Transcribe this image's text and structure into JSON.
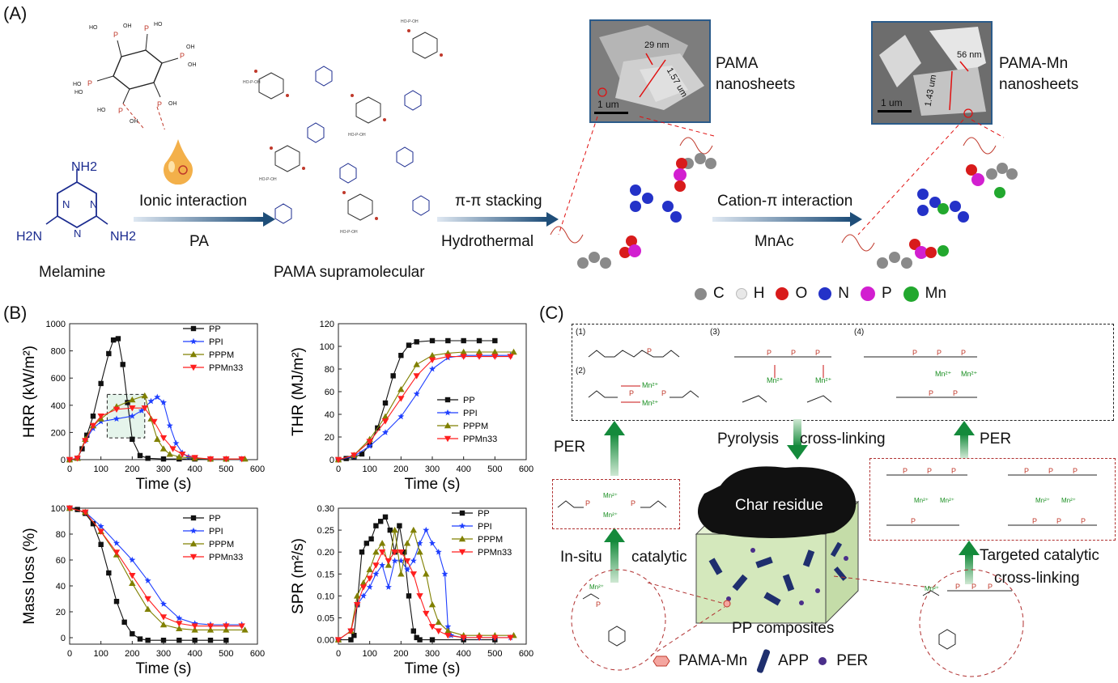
{
  "panel_labels": {
    "a": "(A)",
    "b": "(B)",
    "c": "(C)"
  },
  "panel_a": {
    "melamine": "Melamine",
    "nh2": "NH2",
    "h2n": "H2N",
    "ionic": "Ionic interaction",
    "pa": "PA",
    "pama_supra": "PAMA supramolecular",
    "pipi": "π-π stacking",
    "hydrothermal": "Hydrothermal",
    "cation": "Cation-π interaction",
    "mnac": "MnAc",
    "pama_ns": "PAMA\nnanosheets",
    "pama_mn_ns": "PAMA-Mn\nnanosheets",
    "sem1": {
      "d1": "29 nm",
      "d2": "1.57 um",
      "scale": "1 um"
    },
    "sem2": {
      "d1": "56 nm",
      "d2": "1.43 um",
      "scale": "1 um"
    },
    "atom_legend": [
      {
        "label": "C",
        "color": "#8a8a8a"
      },
      {
        "label": "H",
        "color": "#e8e8e8"
      },
      {
        "label": "O",
        "color": "#d81b1b"
      },
      {
        "label": "N",
        "color": "#2432c8"
      },
      {
        "label": "P",
        "color": "#d21fd0"
      },
      {
        "label": "Mn",
        "color": "#22a82e"
      }
    ]
  },
  "chart_data": [
    {
      "type": "line",
      "ylabel": "HRR (kW/m²)",
      "xlabel": "Time (s)",
      "xlim": [
        0,
        600
      ],
      "ylim": [
        0,
        1000
      ],
      "xticks": [
        0,
        100,
        200,
        300,
        400,
        500,
        600
      ],
      "yticks": [
        0,
        200,
        400,
        600,
        800,
        1000
      ],
      "legend": "top-right",
      "series": [
        {
          "name": "PP",
          "color": "#111111",
          "marker": "square",
          "x": [
            0,
            25,
            40,
            55,
            75,
            100,
            125,
            140,
            155,
            170,
            185,
            200,
            225,
            250,
            300,
            350,
            400,
            450,
            500
          ],
          "y": [
            0,
            10,
            80,
            180,
            320,
            560,
            780,
            880,
            890,
            700,
            420,
            150,
            30,
            10,
            5,
            5,
            5,
            5,
            5
          ]
        },
        {
          "name": "PPI",
          "color": "#1f3fff",
          "marker": "star",
          "x": [
            0,
            25,
            50,
            75,
            100,
            150,
            200,
            230,
            260,
            280,
            300,
            320,
            340,
            360,
            380,
            400,
            450,
            500,
            550
          ],
          "y": [
            0,
            10,
            140,
            230,
            280,
            300,
            320,
            360,
            430,
            460,
            420,
            250,
            120,
            50,
            20,
            10,
            5,
            5,
            5
          ]
        },
        {
          "name": "PPPM",
          "color": "#808000",
          "marker": "triangle",
          "x": [
            0,
            25,
            50,
            75,
            100,
            150,
            200,
            240,
            260,
            280,
            300,
            320,
            350,
            400,
            450,
            500,
            560
          ],
          "y": [
            0,
            10,
            150,
            250,
            300,
            390,
            440,
            470,
            300,
            150,
            80,
            40,
            20,
            10,
            5,
            5,
            5
          ]
        },
        {
          "name": "PPMn33",
          "color": "#ff1f1f",
          "marker": "triangle-down",
          "x": [
            0,
            25,
            50,
            75,
            100,
            150,
            200,
            240,
            270,
            300,
            330,
            360,
            400,
            450,
            500,
            550
          ],
          "y": [
            0,
            10,
            140,
            250,
            320,
            370,
            380,
            380,
            280,
            160,
            80,
            40,
            15,
            5,
            5,
            5
          ]
        }
      ]
    },
    {
      "type": "line",
      "ylabel": "THR (MJ/m²)",
      "xlabel": "Time (s)",
      "xlim": [
        0,
        600
      ],
      "ylim": [
        0,
        120
      ],
      "xticks": [
        0,
        100,
        200,
        300,
        400,
        500,
        600
      ],
      "yticks": [
        0,
        20,
        40,
        60,
        80,
        100,
        120
      ],
      "legend": "bottom-right",
      "series": [
        {
          "name": "PP",
          "color": "#111111",
          "marker": "square",
          "x": [
            0,
            25,
            50,
            75,
            100,
            125,
            150,
            175,
            200,
            225,
            250,
            300,
            350,
            400,
            450,
            500
          ],
          "y": [
            0,
            1,
            2,
            5,
            13,
            28,
            50,
            74,
            92,
            101,
            104,
            105,
            105,
            105,
            105,
            105
          ]
        },
        {
          "name": "PPI",
          "color": "#1f3fff",
          "marker": "star",
          "x": [
            0,
            50,
            100,
            150,
            200,
            250,
            300,
            350,
            400,
            450,
            500,
            550
          ],
          "y": [
            0,
            3,
            12,
            24,
            38,
            58,
            80,
            90,
            92,
            92,
            92,
            92
          ]
        },
        {
          "name": "PPPM",
          "color": "#808000",
          "marker": "triangle",
          "x": [
            0,
            50,
            100,
            150,
            200,
            250,
            300,
            350,
            400,
            450,
            500,
            560
          ],
          "y": [
            0,
            4,
            18,
            38,
            62,
            84,
            92,
            94,
            95,
            95,
            95,
            95
          ]
        },
        {
          "name": "PPMn33",
          "color": "#ff1f1f",
          "marker": "triangle-down",
          "x": [
            0,
            50,
            100,
            150,
            200,
            250,
            300,
            350,
            400,
            450,
            500,
            550
          ],
          "y": [
            0,
            4,
            16,
            34,
            54,
            74,
            88,
            91,
            91,
            91,
            91,
            91
          ]
        }
      ]
    },
    {
      "type": "line",
      "ylabel": "Mass loss (%)",
      "xlabel": "Time (s)",
      "xlim": [
        0,
        600
      ],
      "ylim": [
        -5,
        100
      ],
      "xticks": [
        0,
        100,
        200,
        300,
        400,
        500,
        600
      ],
      "yticks": [
        0,
        20,
        40,
        60,
        80,
        100
      ],
      "legend": "top-right",
      "series": [
        {
          "name": "PP",
          "color": "#111111",
          "marker": "square",
          "x": [
            0,
            25,
            50,
            75,
            100,
            125,
            150,
            175,
            200,
            225,
            250,
            300,
            350,
            400,
            450,
            500
          ],
          "y": [
            100,
            99,
            96,
            88,
            72,
            50,
            28,
            12,
            3,
            -1,
            -2,
            -2,
            -2,
            -2,
            -2,
            -2
          ]
        },
        {
          "name": "PPI",
          "color": "#1f3fff",
          "marker": "star",
          "x": [
            0,
            50,
            100,
            150,
            200,
            250,
            300,
            350,
            400,
            450,
            500,
            550
          ],
          "y": [
            100,
            97,
            86,
            73,
            60,
            44,
            26,
            15,
            11,
            10,
            10,
            10
          ]
        },
        {
          "name": "PPPM",
          "color": "#808000",
          "marker": "triangle",
          "x": [
            0,
            50,
            100,
            150,
            200,
            250,
            300,
            350,
            400,
            450,
            500,
            560
          ],
          "y": [
            100,
            97,
            82,
            64,
            42,
            22,
            10,
            7,
            6,
            6,
            6,
            6
          ]
        },
        {
          "name": "PPMn33",
          "color": "#ff1f1f",
          "marker": "triangle-down",
          "x": [
            0,
            50,
            100,
            150,
            200,
            250,
            300,
            350,
            400,
            450,
            500,
            550
          ],
          "y": [
            100,
            97,
            82,
            66,
            48,
            30,
            16,
            11,
            9,
            9,
            9,
            9
          ]
        }
      ]
    },
    {
      "type": "line",
      "ylabel": "SPR (m²/s)",
      "xlabel": "Time (s)",
      "xlim": [
        0,
        600
      ],
      "ylim": [
        -0.01,
        0.3
      ],
      "xticks": [
        0,
        100,
        200,
        300,
        400,
        500,
        600
      ],
      "yticks": [
        0.0,
        0.05,
        0.1,
        0.15,
        0.2,
        0.25,
        0.3
      ],
      "legend": "top-right",
      "series": [
        {
          "name": "PP",
          "color": "#111111",
          "marker": "square",
          "x": [
            0,
            40,
            50,
            60,
            75,
            90,
            105,
            120,
            135,
            150,
            165,
            180,
            195,
            210,
            225,
            240,
            250,
            260,
            300,
            400,
            500
          ],
          "y": [
            0,
            0,
            0.01,
            0.08,
            0.2,
            0.22,
            0.23,
            0.26,
            0.27,
            0.28,
            0.25,
            0.2,
            0.26,
            0.2,
            0.1,
            0.02,
            0.005,
            0,
            0,
            0,
            0
          ]
        },
        {
          "name": "PPI",
          "color": "#1f3fff",
          "marker": "star",
          "x": [
            0,
            40,
            60,
            80,
            100,
            120,
            140,
            160,
            180,
            200,
            220,
            240,
            260,
            280,
            300,
            320,
            340,
            350,
            360,
            400,
            450,
            500,
            550
          ],
          "y": [
            0,
            0.02,
            0.08,
            0.1,
            0.12,
            0.15,
            0.17,
            0.12,
            0.18,
            0.18,
            0.16,
            0.18,
            0.22,
            0.25,
            0.22,
            0.2,
            0.15,
            0.03,
            0.01,
            0.005,
            0.005,
            0.005,
            0.005
          ]
        },
        {
          "name": "PPPM",
          "color": "#808000",
          "marker": "triangle",
          "x": [
            0,
            40,
            60,
            80,
            100,
            120,
            140,
            160,
            180,
            200,
            220,
            240,
            260,
            280,
            300,
            320,
            350,
            400,
            450,
            500,
            560
          ],
          "y": [
            0,
            0.02,
            0.1,
            0.13,
            0.16,
            0.2,
            0.22,
            0.17,
            0.25,
            0.15,
            0.22,
            0.25,
            0.2,
            0.15,
            0.08,
            0.04,
            0.02,
            0.01,
            0.01,
            0.01,
            0.01
          ]
        },
        {
          "name": "PPMn33",
          "color": "#ff1f1f",
          "marker": "triangle-down",
          "x": [
            0,
            40,
            60,
            80,
            100,
            120,
            140,
            160,
            180,
            200,
            220,
            240,
            260,
            280,
            300,
            320,
            350,
            400,
            450,
            500,
            550
          ],
          "y": [
            0,
            0.02,
            0.08,
            0.12,
            0.14,
            0.17,
            0.2,
            0.18,
            0.2,
            0.2,
            0.18,
            0.15,
            0.1,
            0.06,
            0.03,
            0.02,
            0.01,
            0.005,
            0.005,
            0.005,
            0.005
          ]
        }
      ]
    }
  ],
  "panel_c": {
    "pyrolysis": "Pyrolysis",
    "crosslinking": "cross-linking",
    "per_left": "PER",
    "per_right": "PER",
    "insitu": "In-situ",
    "catalytic": "catalytic",
    "targeted": "Targeted catalytic",
    "targeted2": "cross-linking",
    "char": "Char residue",
    "pp_comp": "PP composites",
    "legend": {
      "pama_mn": "PAMA-Mn",
      "app": "APP",
      "per": "PER"
    },
    "struct_nums": [
      "(1)",
      "(2)",
      "(3)",
      "(4)"
    ],
    "mn_ion": "Mn²⁺"
  }
}
